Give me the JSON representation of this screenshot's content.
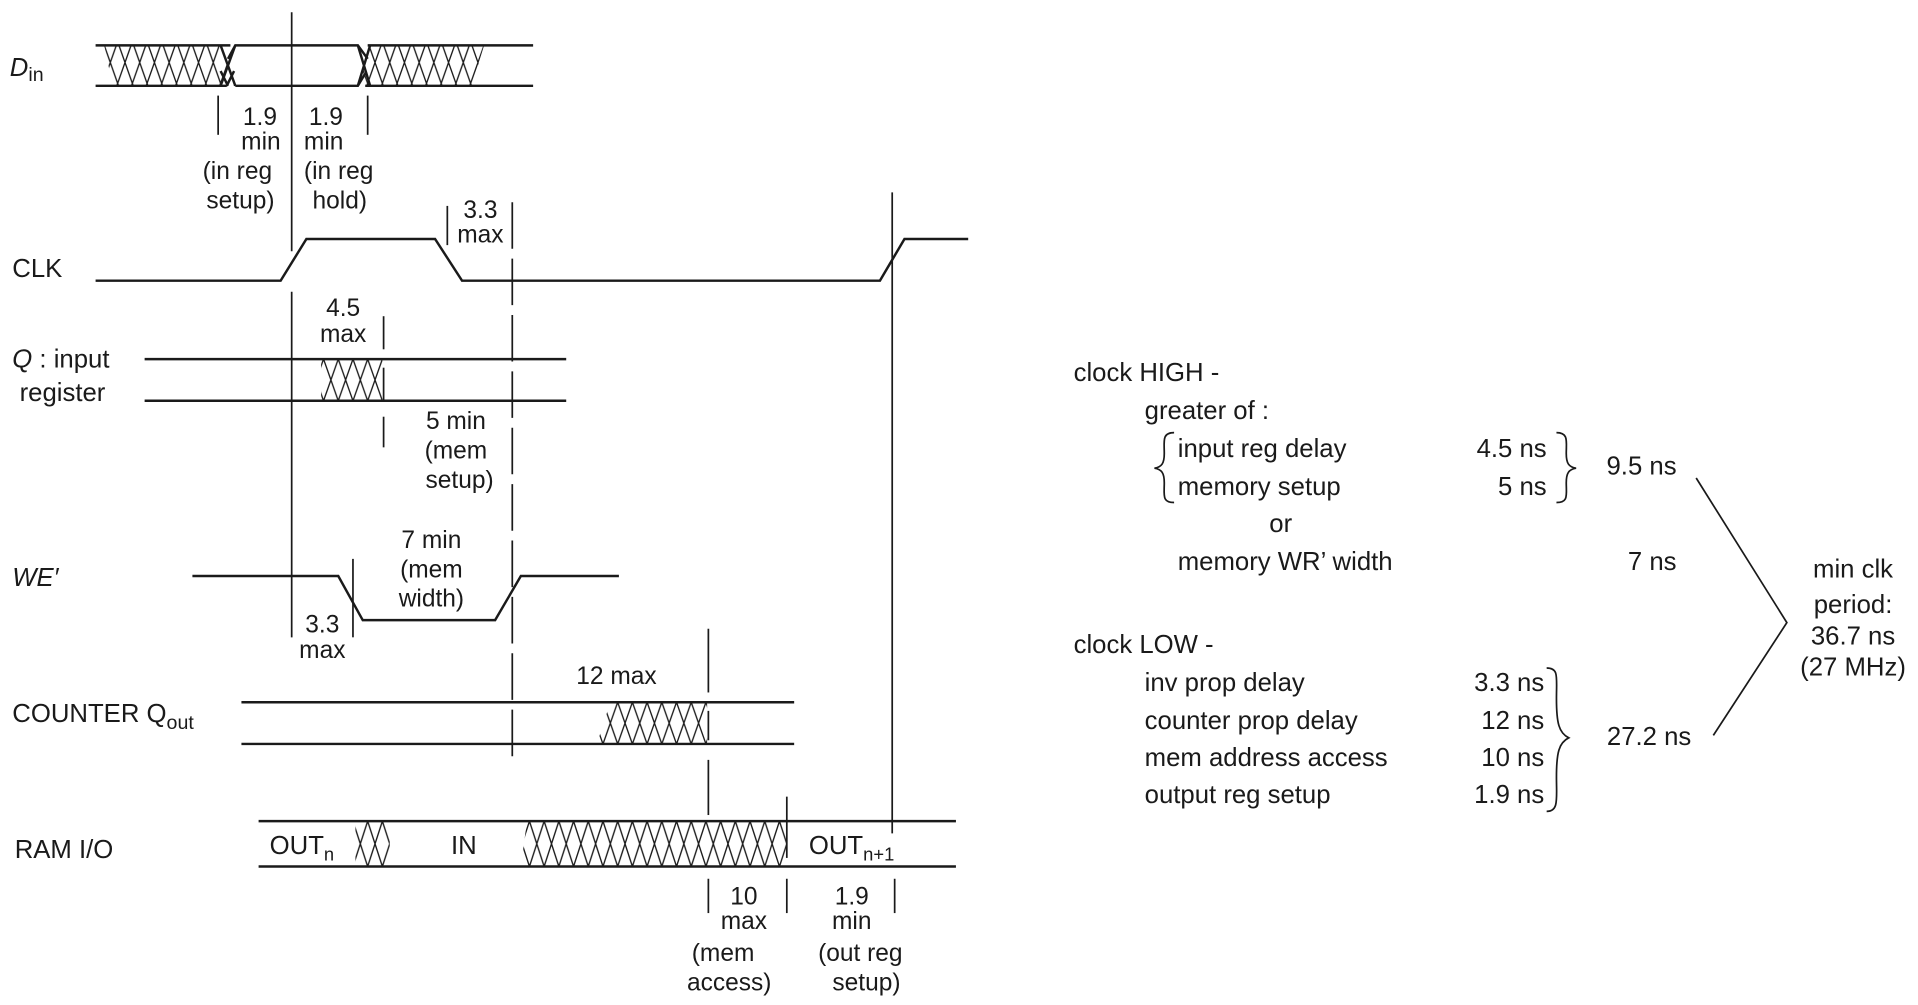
{
  "title": "Timing diagram: write-then-read memory cycle and minimum clock period",
  "signals": {
    "din": {
      "label": "D",
      "sub": "in"
    },
    "clk": {
      "label": "CLK"
    },
    "q": {
      "label_prefix": "Q",
      "label_line1": " : input",
      "label_line2": "register"
    },
    "we": {
      "label": "WE′"
    },
    "counter": {
      "label": "COUNTER Q",
      "sub": "out"
    },
    "ramio": {
      "label": "RAM I/O",
      "seg1": "OUT",
      "seg1_sub": "n",
      "seg2": "IN",
      "seg3": "OUT",
      "seg3_sub": "n+1"
    }
  },
  "annotations": {
    "in_reg_setup": [
      "1.9",
      "min",
      "(in reg",
      "setup)"
    ],
    "in_reg_hold": [
      "1.9",
      "min",
      "(in reg",
      "hold)"
    ],
    "clk_fall": [
      "3.3",
      "max"
    ],
    "input_reg_delay": [
      "4.5",
      "max"
    ],
    "mem_setup": [
      "5 min",
      "(mem",
      "setup)"
    ],
    "mem_width": [
      "7 min",
      "(mem",
      "width)"
    ],
    "we_delay": [
      "3.3",
      "max"
    ],
    "counter_delay": [
      "12 max"
    ],
    "mem_access": [
      "10",
      "max",
      "(mem",
      "access)"
    ],
    "out_reg_setup": [
      "1.9",
      "min",
      "(out reg",
      "setup)"
    ]
  },
  "summary": {
    "clock_high": {
      "heading": "clock HIGH -",
      "greater_of": "greater of :",
      "items": [
        {
          "name": "input reg delay",
          "value": "4.5 ns"
        },
        {
          "name": "memory setup",
          "value": "5 ns"
        }
      ],
      "subtotal": "9.5 ns",
      "or": "or",
      "alt": {
        "name": "memory WR’ width",
        "value": "7 ns"
      }
    },
    "clock_low": {
      "heading": "clock LOW -",
      "items": [
        {
          "name": "inv prop delay",
          "value": "3.3 ns"
        },
        {
          "name": "counter prop delay",
          "value": "12 ns"
        },
        {
          "name": "mem address access",
          "value": "10 ns"
        },
        {
          "name": "output reg setup",
          "value": "1.9 ns"
        }
      ],
      "subtotal": "27.2 ns"
    },
    "result": [
      "min clk",
      "period:",
      "36.7 ns",
      "(27 MHz)"
    ]
  }
}
